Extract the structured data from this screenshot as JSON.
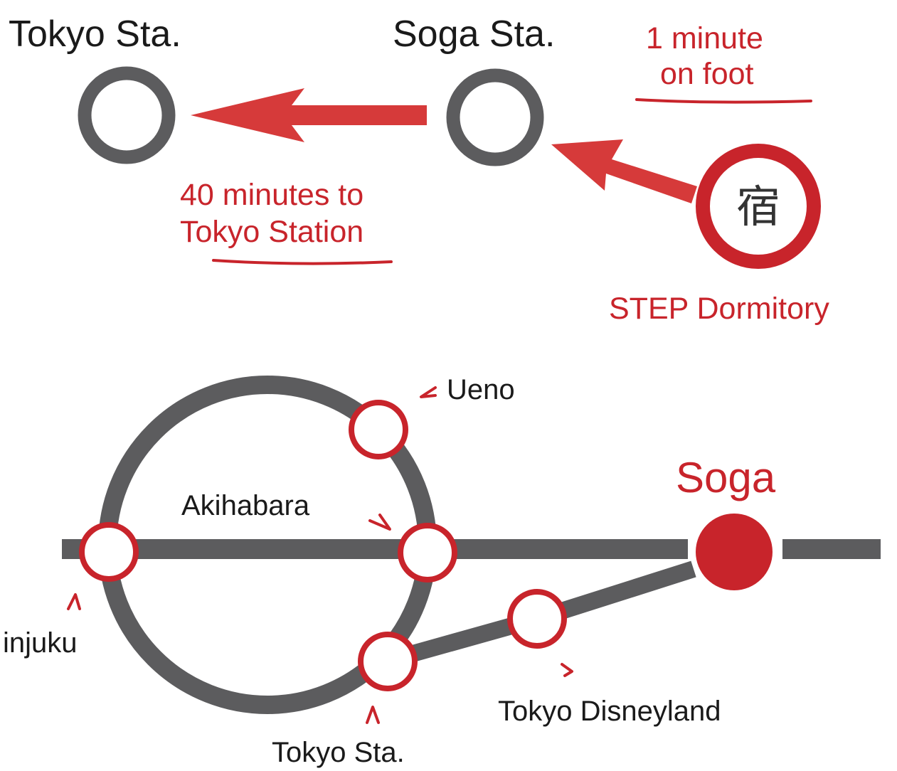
{
  "colors": {
    "line_gray": "#5c5c5e",
    "accent_red": "#c8242b",
    "text_black": "#1a1a1a",
    "background": "#ffffff"
  },
  "top_route": {
    "tokyo_station_label": "Tokyo Sta.",
    "soga_station_label": "Soga Sta.",
    "walk_time": {
      "line1": "1 minute",
      "line2": "on foot"
    },
    "train_time": {
      "line1": "40 minutes to",
      "line2": "Tokyo Station"
    },
    "dormitory_label": "STEP Dormitory",
    "dormitory_icon": "lodging-kanji-icon",
    "dormitory_kanji": "宿"
  },
  "rail_map": {
    "stations": {
      "ueno": "Ueno",
      "akihabara": "Akihabara",
      "shinjuku": "injuku",
      "tokyo": "Tokyo Sta.",
      "disneyland": "Tokyo Disneyland",
      "soga": "Soga"
    }
  }
}
